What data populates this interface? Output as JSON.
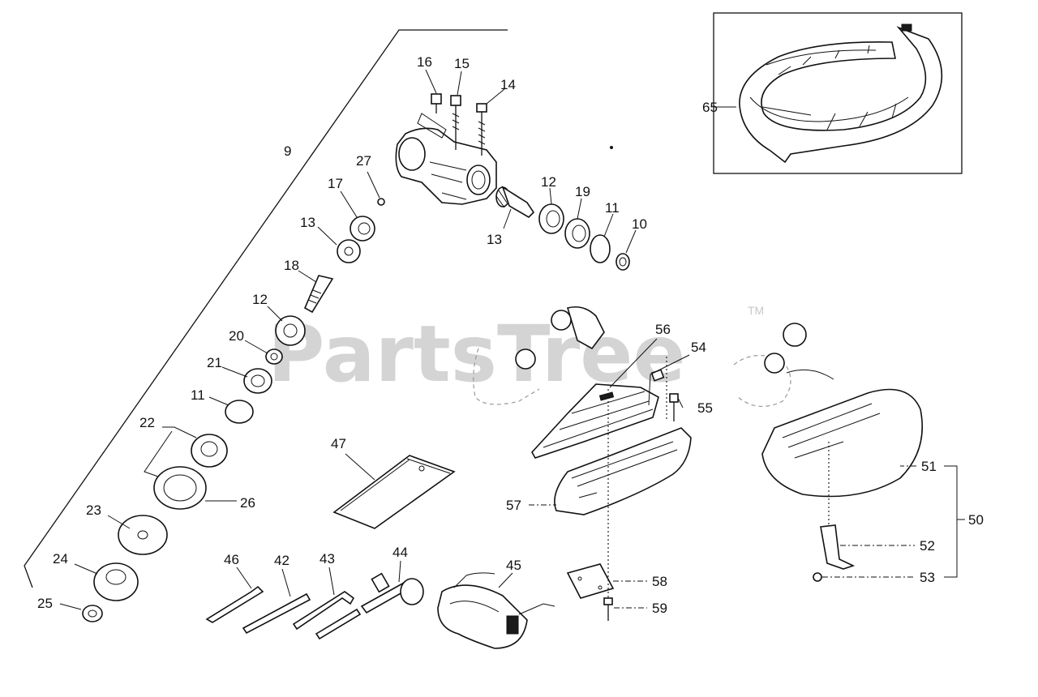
{
  "watermark": {
    "text": "PartsTree",
    "tm": "TM"
  },
  "callouts": {
    "c9": "9",
    "c10": "10",
    "c11a": "11",
    "c11b": "11",
    "c12a": "12",
    "c12b": "12",
    "c13a": "13",
    "c13b": "13",
    "c14": "14",
    "c15": "15",
    "c16": "16",
    "c17": "17",
    "c18": "18",
    "c19": "19",
    "c20": "20",
    "c21": "21",
    "c22": "22",
    "c23": "23",
    "c24": "24",
    "c25": "25",
    "c26": "26",
    "c27": "27",
    "c42": "42",
    "c43": "43",
    "c44": "44",
    "c45": "45",
    "c46": "46",
    "c47": "47",
    "c50": "50",
    "c51": "51",
    "c52": "52",
    "c53": "53",
    "c54": "54",
    "c55": "55",
    "c56": "56",
    "c57": "57",
    "c58": "58",
    "c59": "59",
    "c65": "65"
  }
}
